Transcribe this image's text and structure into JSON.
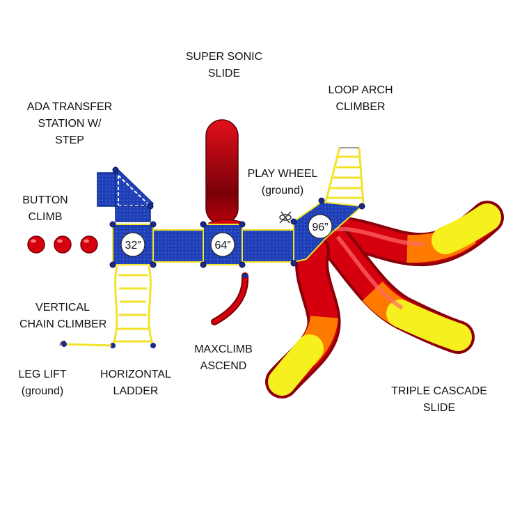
{
  "labels": {
    "super_sonic": [
      "SUPER SONIC",
      "SLIDE"
    ],
    "loop_arch": [
      "LOOP ARCH",
      "CLIMBER"
    ],
    "ada": [
      "ADA TRANSFER",
      "STATION W/",
      "STEP"
    ],
    "play_wheel": [
      "PLAY WHEEL",
      "(ground)"
    ],
    "button_climb": [
      "BUTTON",
      "CLIMB"
    ],
    "vertical_chain": [
      "VERTICAL",
      "CHAIN CLIMBER"
    ],
    "maxclimb": [
      "MAXCLIMB",
      "ASCEND"
    ],
    "leg_lift": [
      "LEG LIFT",
      "(ground)"
    ],
    "horizontal_ladder": [
      "HORIZONTAL",
      "LADDER"
    ],
    "triple_cascade": [
      "TRIPLE CASCADE",
      "SLIDE"
    ]
  },
  "decks": {
    "deck_1": "32”",
    "deck_2": "64”",
    "deck_3": "96”"
  },
  "colors": {
    "deck_blue": "#1e3fb5",
    "post_navy": "#1c2a8a",
    "trim_yellow": "#f2e32a",
    "slide_red": "#d4000d",
    "slide_orange": "#ff7a00",
    "slide_yellow": "#f6f01e"
  }
}
